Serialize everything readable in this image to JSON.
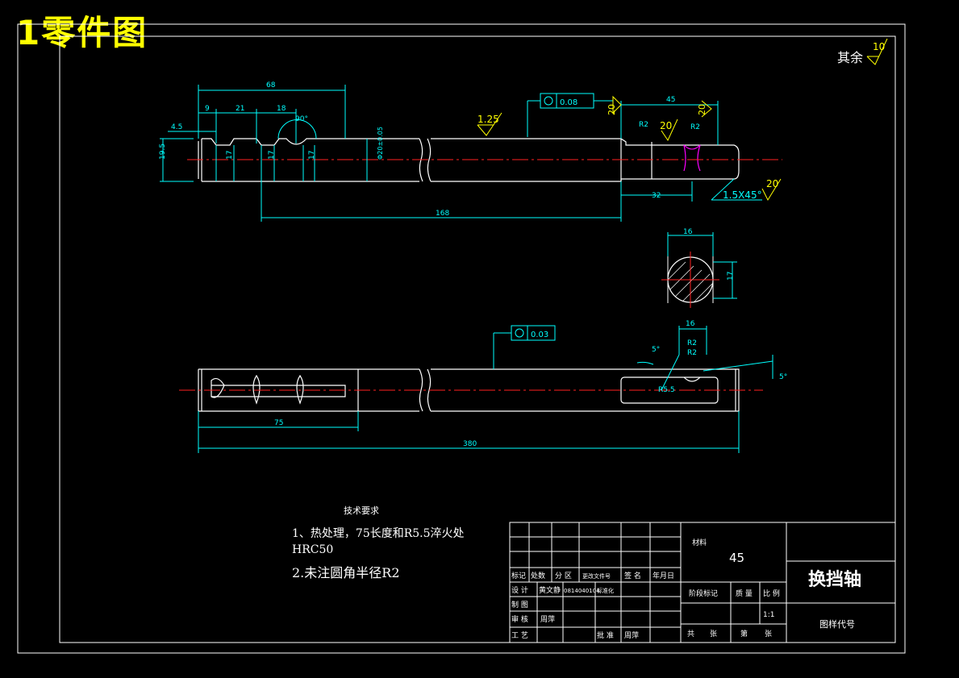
{
  "title": "1零件图",
  "roughness": {
    "label": "其余",
    "value": "10"
  },
  "dims_top": {
    "d68": "68",
    "d9": "9",
    "d21": "21",
    "d18": "18",
    "d45a": "4.5",
    "d19_5": "19.5",
    "d17a": "17",
    "d17b": "17",
    "d17c": "17",
    "a90": "90°",
    "phi": "Φ20±0.05",
    "d168": "168",
    "d45": "45",
    "d32": "32",
    "r2a": "R2",
    "r2b": "R2",
    "rough125": "1.25",
    "rough20a": "20",
    "rough20b": "20",
    "rough20c": "20",
    "rough20d": "20",
    "chamfer": "1.5X45°",
    "tol_top": "0.08"
  },
  "section": {
    "d16": "16",
    "d17": "17"
  },
  "dims_bottom": {
    "tol": "0.03",
    "d16": "16",
    "a5a": "5°",
    "a5b": "5°",
    "r2": "R2",
    "r2b": "R2",
    "r55": "R5.5",
    "d75": "75",
    "d380": "380"
  },
  "tech": {
    "title": "技术要求",
    "item1": "1、热处理，75长度和R5.5淬火处",
    "item1b": "HRC50",
    "item2": "2.未注圆角半径R2"
  },
  "titleblock": {
    "material_label": "材料",
    "material": "45",
    "part_name": "换挡轴",
    "drawing_no_label": "图样代号",
    "row_mark": "标记",
    "row_count": "处数",
    "row_zone": "分 区",
    "row_doc": "更改文件号",
    "row_sign": "签 名",
    "row_date": "年月日",
    "design": "设 计",
    "designer": "黄文静",
    "design_id": "0814040104",
    "standard": "标准化",
    "drafting": "制 图",
    "review": "审 核",
    "reviewer": "周萍",
    "process": "工 艺",
    "approve": "批 准",
    "approver": "周萍",
    "stage": "阶段标记",
    "weight": "质 量",
    "scale_label": "比 例",
    "scale": "1:1",
    "total": "共",
    "sheets": "张",
    "page": "第",
    "sheet2": "张"
  }
}
